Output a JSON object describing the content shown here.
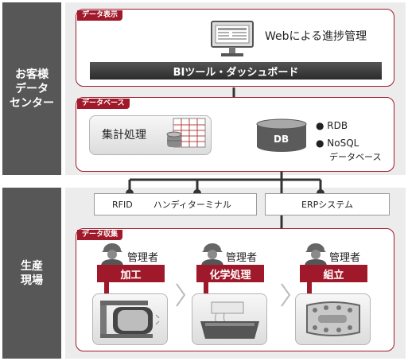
{
  "sections": {
    "customer_datacenter": "お客様\nデータ\nセンター",
    "production_site": "生産\n現場"
  },
  "tags": {
    "data_display": "データ表示",
    "database": "データベース",
    "data_collection": "データ収集"
  },
  "display": {
    "web_label": "Webによる進捗管理",
    "bi_bar": "BIツール・ダッシュボード"
  },
  "database": {
    "aggregation": "集計処理",
    "db": "DB",
    "types": [
      "RDB",
      "NoSQL"
    ],
    "types_caption": "データベース"
  },
  "systems": {
    "rfid": "RFID",
    "handy": "ハンディターミナル",
    "erp": "ERPシステム"
  },
  "workers": [
    {
      "role": "管理者",
      "process": "加工"
    },
    {
      "role": "管理者",
      "process": "化学処理"
    },
    {
      "role": "管理者",
      "process": "組立"
    }
  ],
  "colors": {
    "accent": "#a0192a",
    "side": "#575757",
    "bar": "#333333"
  }
}
